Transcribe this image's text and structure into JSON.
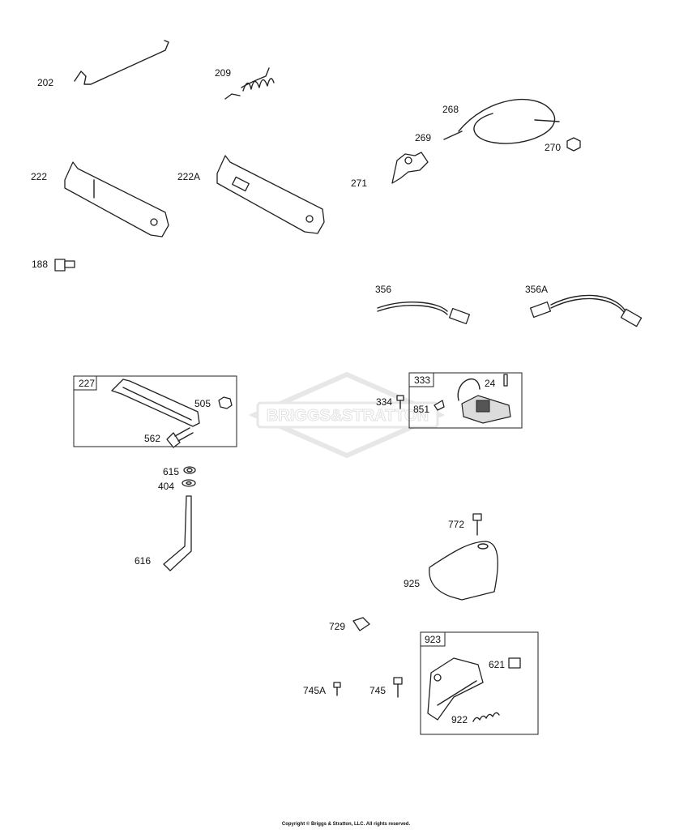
{
  "watermark": "BRIGGS&STRATTON",
  "labels": {
    "p202": "202",
    "p209": "209",
    "p268": "268",
    "p269": "269",
    "p270": "270",
    "p271": "271",
    "p222": "222",
    "p222a": "222A",
    "p188": "188",
    "p356": "356",
    "p356a": "356A",
    "p227": "227",
    "p505": "505",
    "p562": "562",
    "p333": "333",
    "p24": "24",
    "p334": "334",
    "p851": "851",
    "p615": "615",
    "p404": "404",
    "p616": "616",
    "p772": "772",
    "p925": "925",
    "p729": "729",
    "p923": "923",
    "p621": "621",
    "p745a": "745A",
    "p745": "745",
    "p922": "922"
  },
  "copyright": "Copyright © Briggs & Stratton, LLC. All rights reserved."
}
